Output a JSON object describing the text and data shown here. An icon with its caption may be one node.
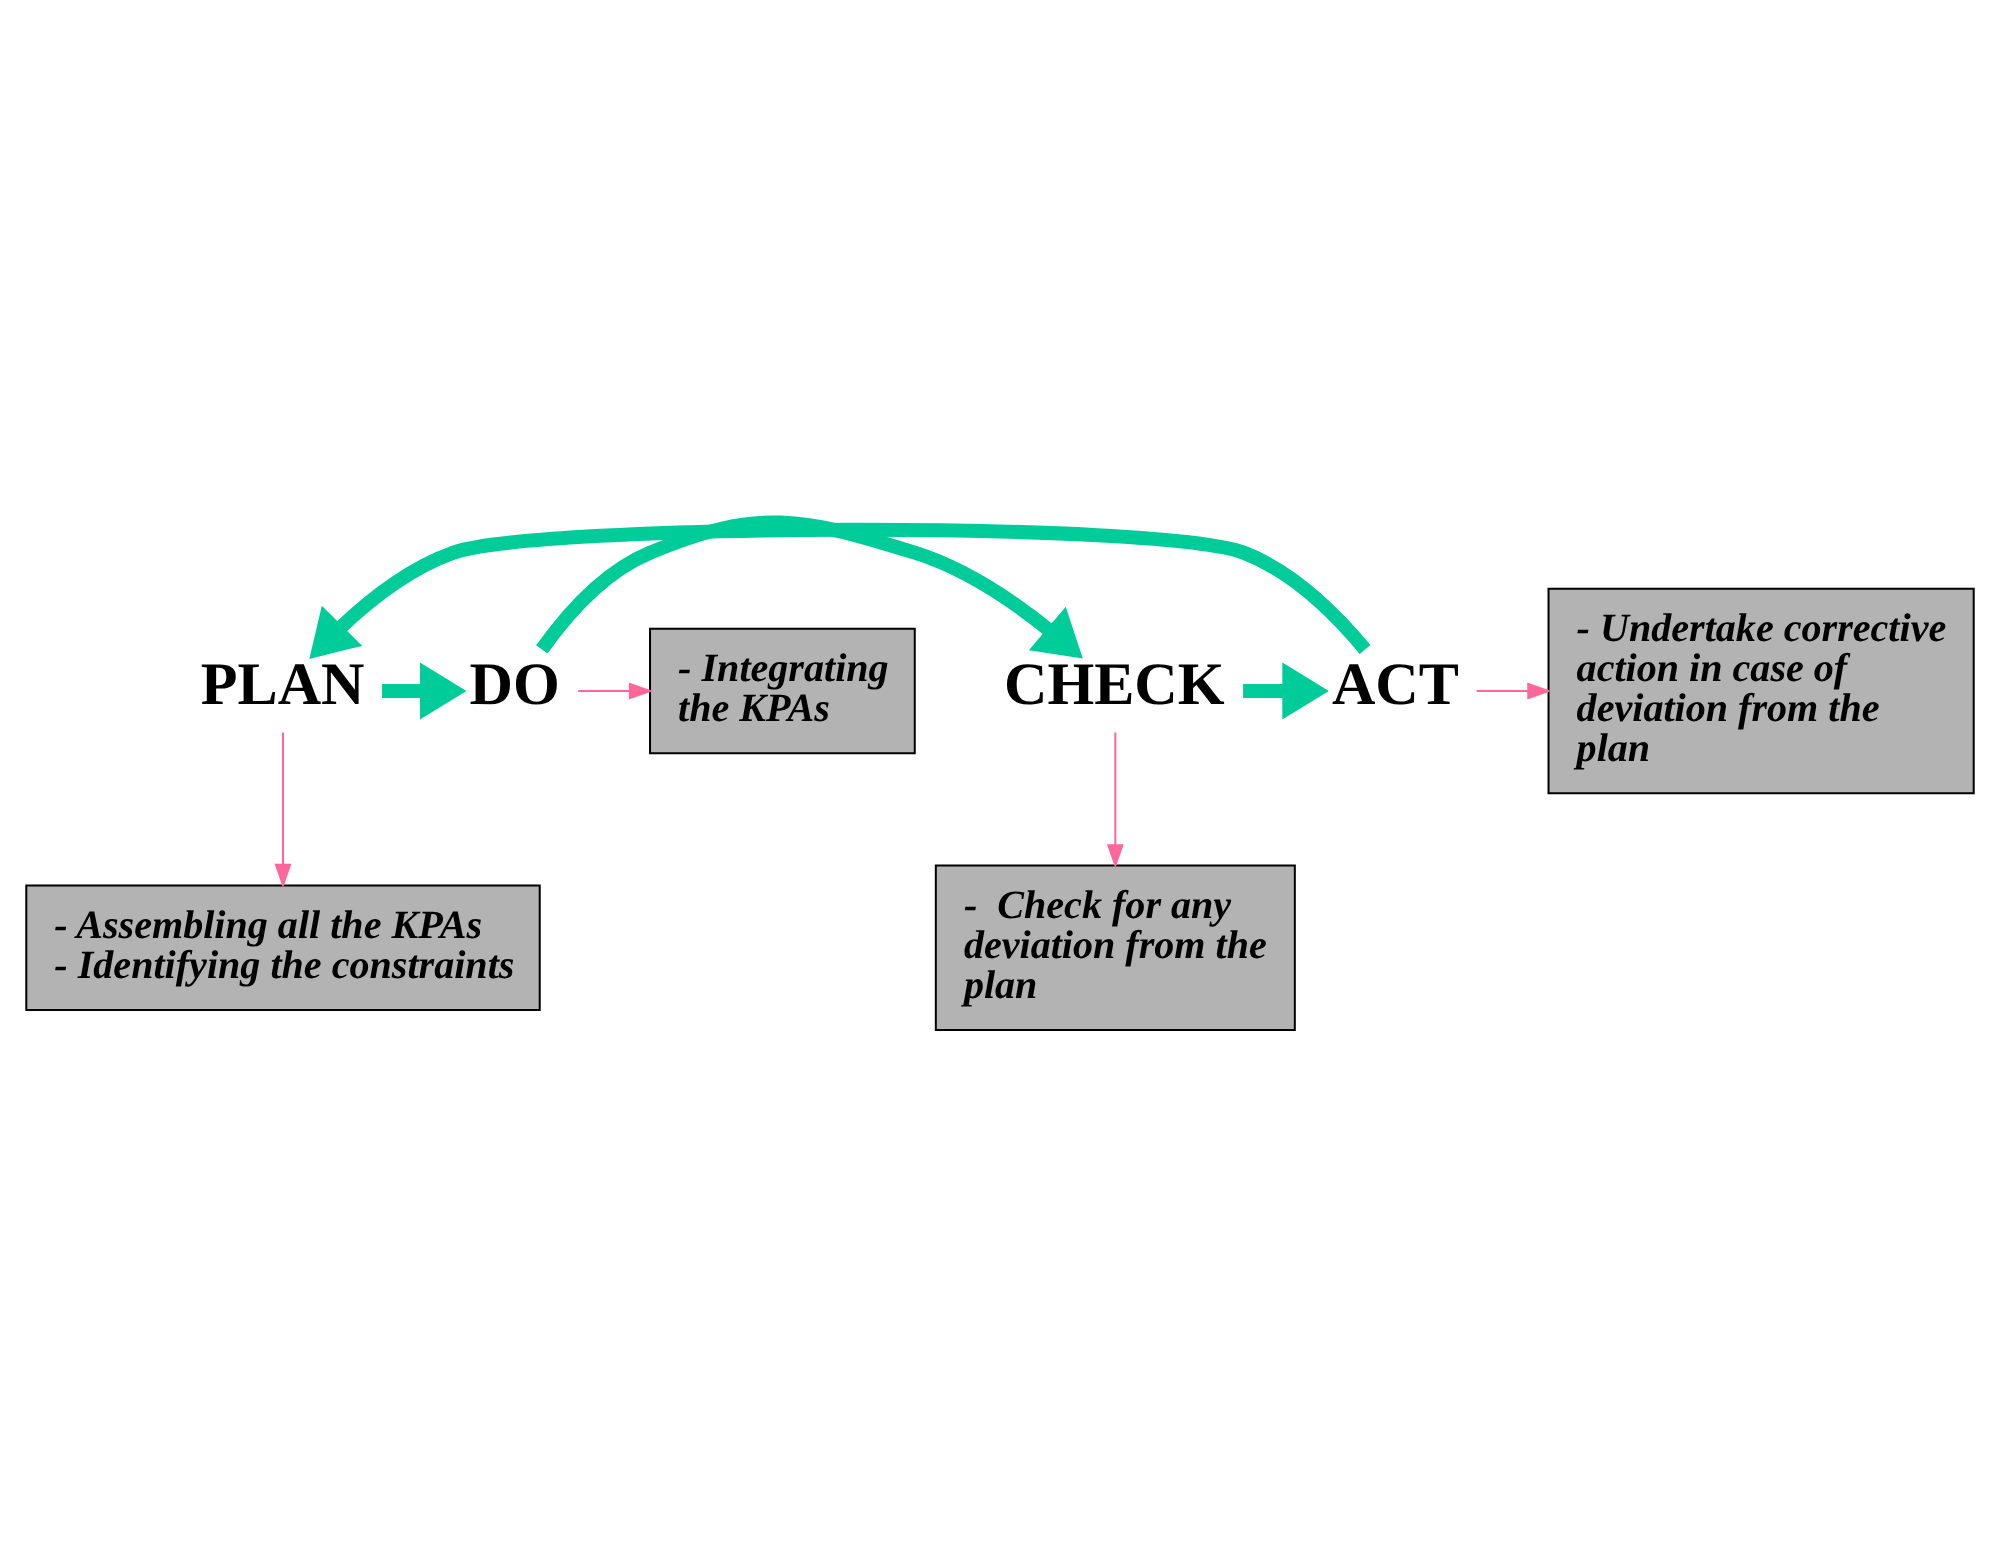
{
  "diagram": {
    "nodes": [
      {
        "text": [
          "PLAN"
        ]
      },
      {
        "text": [
          "- Assembling all the KPAs",
          "- Identifying the constraints"
        ]
      },
      {
        "text": [
          "DO"
        ]
      },
      {
        "text": [
          "- Integrating the KPAs"
        ]
      },
      {
        "text": [
          "CHECK"
        ]
      },
      {
        "text": [
          "-  Check for any deviation from the plan"
        ]
      },
      {
        "text": [
          "ACT"
        ]
      },
      {
        "text": [
          "- Undertake corrective action in case of deviation from the plan"
        ]
      }
    ],
    "edges": [
      {
        "from": 0,
        "to": 1,
        "arrow": "to",
        "color": "#ff6699"
      },
      {
        "from": 2,
        "to": 3,
        "arrow": "to",
        "color": "#ff6699"
      },
      {
        "from": 4,
        "to": 5,
        "arrow": "to",
        "color": "#ff6699"
      },
      {
        "from": 6,
        "to": 7,
        "arrow": "to",
        "color": "#ff6699"
      },
      {
        "from": 6,
        "to": 0,
        "arrow": "to",
        "style": "thick",
        "color": "#00cc99"
      },
      {
        "from": 0,
        "to": 2,
        "arrow": "to",
        "style": "thick",
        "color": "#00cc99"
      },
      {
        "from": 2,
        "to": 4,
        "arrow": "to",
        "style": "thick",
        "color": "#00cc99"
      },
      {
        "from": 4,
        "to": 6,
        "arrow": "to",
        "style": "thick",
        "color": "#00cc99"
      }
    ]
  }
}
